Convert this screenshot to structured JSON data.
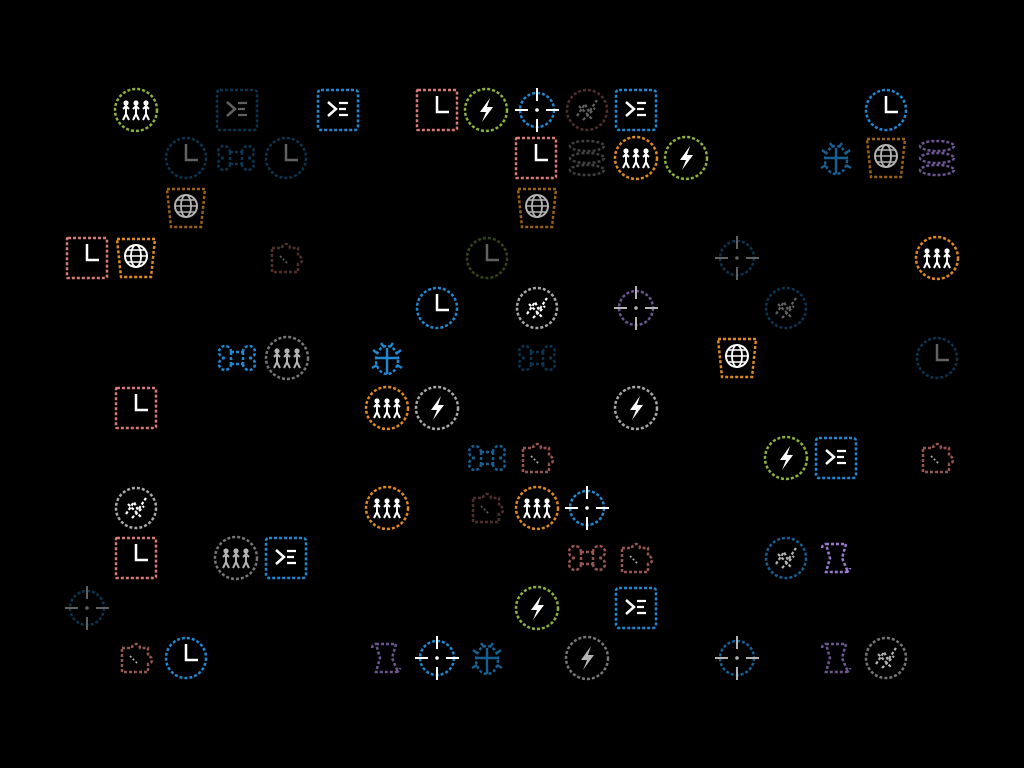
{
  "palette": {
    "background": "#000000",
    "blue": "#1e88d2",
    "green": "#8bb33a",
    "pink": "#d77a76",
    "orange": "#e08a1e",
    "gray": "#a8a8a8",
    "purple": "#9a7ad0",
    "white": "#ffffff"
  },
  "icons": [
    {
      "type": "people-icon",
      "color": "green",
      "style": "full"
    },
    {
      "type": "terminal-icon",
      "color": "blue",
      "style": "faint"
    },
    {
      "type": "terminal-icon",
      "color": "blue",
      "style": "full"
    },
    {
      "type": "clock-icon",
      "color": "pink",
      "style": "full"
    },
    {
      "type": "lightning-icon",
      "color": "green",
      "style": "full"
    },
    {
      "type": "crosshair-icon",
      "color": "blue",
      "style": "full"
    },
    {
      "type": "noise-icon",
      "color": "pink",
      "style": "faint"
    },
    {
      "type": "terminal-icon",
      "color": "blue",
      "style": "full"
    },
    {
      "type": "clock-icon",
      "color": "blue",
      "style": "full"
    },
    {
      "type": "clock-icon",
      "color": "blue",
      "style": "faint"
    },
    {
      "type": "command-icon",
      "color": "blue",
      "style": "faint"
    },
    {
      "type": "clock-icon",
      "color": "blue",
      "style": "faint"
    },
    {
      "type": "clock-icon",
      "color": "pink",
      "style": "full"
    },
    {
      "type": "database-icon",
      "color": "gray",
      "style": "faint"
    },
    {
      "type": "people-icon",
      "color": "orange",
      "style": "full"
    },
    {
      "type": "lightning-icon",
      "color": "green",
      "style": "full"
    },
    {
      "type": "bug-icon",
      "color": "blue",
      "style": "mid"
    },
    {
      "type": "globe-icon",
      "color": "orange",
      "style": "mid"
    },
    {
      "type": "database-icon",
      "color": "purple",
      "style": "mid"
    },
    {
      "type": "globe-icon",
      "color": "orange",
      "style": "mid"
    },
    {
      "type": "globe-icon",
      "color": "orange",
      "style": "mid"
    },
    {
      "type": "clock-icon",
      "color": "pink",
      "style": "full"
    },
    {
      "type": "globe-icon",
      "color": "orange",
      "style": "full"
    },
    {
      "type": "puzzle-icon",
      "color": "pink",
      "style": "faint"
    },
    {
      "type": "clock-icon",
      "color": "green",
      "style": "faint"
    },
    {
      "type": "crosshair-icon",
      "color": "blue",
      "style": "faint"
    },
    {
      "type": "people-icon",
      "color": "orange",
      "style": "full"
    },
    {
      "type": "clock-icon",
      "color": "blue",
      "style": "full"
    },
    {
      "type": "noise-icon",
      "color": "gray",
      "style": "full"
    },
    {
      "type": "crosshair-icon",
      "color": "purple",
      "style": "mid"
    },
    {
      "type": "noise-icon",
      "color": "blue",
      "style": "faint"
    },
    {
      "type": "command-icon",
      "color": "blue",
      "style": "full"
    },
    {
      "type": "people-icon",
      "color": "gray",
      "style": "mid"
    },
    {
      "type": "bug-icon",
      "color": "blue",
      "style": "full"
    },
    {
      "type": "command-icon",
      "color": "blue",
      "style": "faint"
    },
    {
      "type": "globe-icon",
      "color": "orange",
      "style": "full"
    },
    {
      "type": "clock-icon",
      "color": "blue",
      "style": "faint"
    },
    {
      "type": "clock-icon",
      "color": "pink",
      "style": "full"
    },
    {
      "type": "people-icon",
      "color": "orange",
      "style": "full"
    },
    {
      "type": "lightning-icon",
      "color": "gray",
      "style": "full"
    },
    {
      "type": "lightning-icon",
      "color": "gray",
      "style": "full"
    },
    {
      "type": "command-icon",
      "color": "blue",
      "style": "mid"
    },
    {
      "type": "puzzle-icon",
      "color": "pink",
      "style": "mid"
    },
    {
      "type": "lightning-icon",
      "color": "green",
      "style": "full"
    },
    {
      "type": "terminal-icon",
      "color": "blue",
      "style": "full"
    },
    {
      "type": "puzzle-icon",
      "color": "pink",
      "style": "mid"
    },
    {
      "type": "noise-icon",
      "color": "gray",
      "style": "full"
    },
    {
      "type": "people-icon",
      "color": "orange",
      "style": "full"
    },
    {
      "type": "puzzle-icon",
      "color": "pink",
      "style": "faint"
    },
    {
      "type": "people-icon",
      "color": "orange",
      "style": "full"
    },
    {
      "type": "crosshair-icon",
      "color": "blue",
      "style": "full"
    },
    {
      "type": "clock-icon",
      "color": "pink",
      "style": "full"
    },
    {
      "type": "people-icon",
      "color": "gray",
      "style": "mid"
    },
    {
      "type": "terminal-icon",
      "color": "blue",
      "style": "full"
    },
    {
      "type": "command-icon",
      "color": "pink",
      "style": "mid"
    },
    {
      "type": "puzzle-icon",
      "color": "pink",
      "style": "mid"
    },
    {
      "type": "noise-icon",
      "color": "blue",
      "style": "mid"
    },
    {
      "type": "scroll-icon",
      "color": "purple",
      "style": "full"
    },
    {
      "type": "crosshair-icon",
      "color": "blue",
      "style": "faint"
    },
    {
      "type": "lightning-icon",
      "color": "green",
      "style": "full"
    },
    {
      "type": "terminal-icon",
      "color": "blue",
      "style": "full"
    },
    {
      "type": "puzzle-icon",
      "color": "pink",
      "style": "mid"
    },
    {
      "type": "clock-icon",
      "color": "blue",
      "style": "full"
    },
    {
      "type": "scroll-icon",
      "color": "purple",
      "style": "mid"
    },
    {
      "type": "crosshair-icon",
      "color": "blue",
      "style": "full"
    },
    {
      "type": "bug-icon",
      "color": "blue",
      "style": "mid"
    },
    {
      "type": "lightning-icon",
      "color": "gray",
      "style": "mid"
    },
    {
      "type": "crosshair-icon",
      "color": "blue",
      "style": "mid"
    },
    {
      "type": "scroll-icon",
      "color": "purple",
      "style": "mid"
    },
    {
      "type": "noise-icon",
      "color": "gray",
      "style": "mid"
    }
  ]
}
